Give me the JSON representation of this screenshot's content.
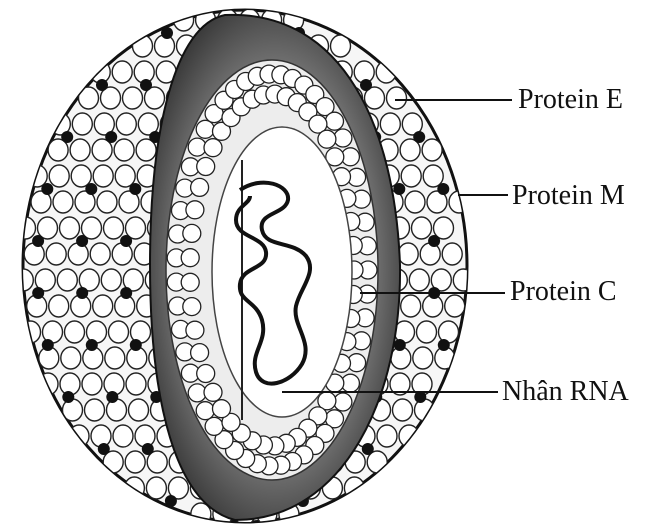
{
  "diagram": {
    "labels": {
      "protein_e": "Protein E",
      "protein_m": "Protein M",
      "protein_c": "Protein C",
      "rna_core": "Nhân RNA"
    }
  },
  "colors": {
    "ink": "#111111",
    "shell_fill": "#f4f4f4",
    "band_dark": "#2b2b2b",
    "background": "#ffffff"
  }
}
